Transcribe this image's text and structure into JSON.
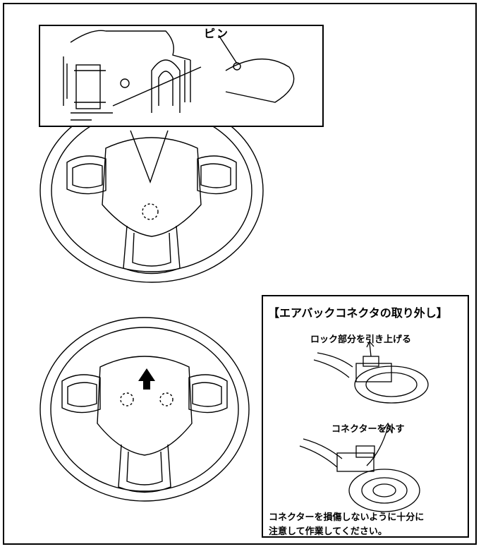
{
  "labels": {
    "pin": "ピン",
    "connector_box_title": "【エアバックコネクタの取り外し】",
    "step_lift_lock": "ロック部分を引き上げる",
    "step_remove_connector": "コネクターを外す",
    "caution_line1": "コネクターを損傷しないように十分に",
    "caution_line2": "注意して作業してください。"
  },
  "colors": {
    "line": "#000000",
    "background": "#ffffff"
  }
}
